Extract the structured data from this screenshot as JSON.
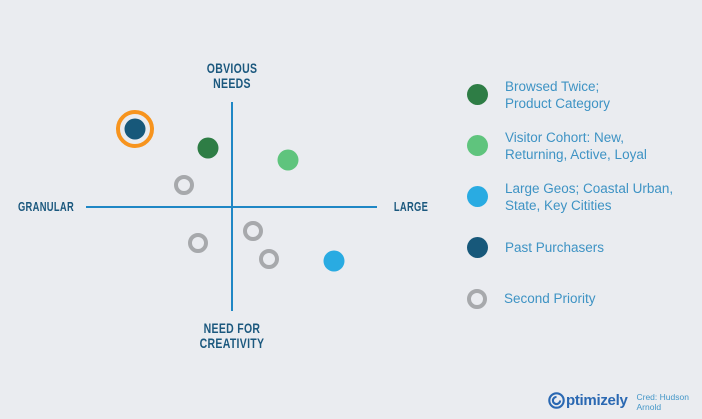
{
  "colors": {
    "background": "#EAECF0",
    "axis": "#1F87C5",
    "axis_label": "#1B587E",
    "legend_text": "#3E93C4",
    "dark_green": "#2E7D45",
    "light_green": "#5FC47D",
    "light_blue": "#29ABE2",
    "navy": "#17587A",
    "gray": "#A7A9AC",
    "highlight_orange": "#F7941E",
    "logo_blue": "#2A68B2",
    "credit_blue": "#4597C8"
  },
  "chart_data": {
    "type": "scatter",
    "title": "",
    "quadrant_labels": {
      "top": "OBVIOUS\nNEEDS",
      "bottom": "NEED FOR\nCREATIVITY",
      "left": "GRANULAR",
      "right": "LARGE"
    },
    "axes": {
      "x_axis": {
        "from": 86,
        "to": 377,
        "y": 207
      },
      "y_axis": {
        "from": 102,
        "to": 311,
        "x": 232
      }
    },
    "series_styles": {
      "browsed-twice": {
        "type": "filled",
        "color_key": "dark_green"
      },
      "visitor-cohort": {
        "type": "filled",
        "color_key": "light_green"
      },
      "large-geos": {
        "type": "filled",
        "color_key": "light_blue"
      },
      "past-purchasers": {
        "type": "filled",
        "color_key": "navy"
      },
      "second-priority": {
        "type": "ring",
        "color_key": "gray"
      }
    },
    "points": [
      {
        "series": "past-purchasers",
        "x": 135,
        "y": 129,
        "highlighted": true
      },
      {
        "series": "browsed-twice",
        "x": 208,
        "y": 148
      },
      {
        "series": "visitor-cohort",
        "x": 288,
        "y": 160
      },
      {
        "series": "second-priority",
        "x": 184,
        "y": 185
      },
      {
        "series": "second-priority",
        "x": 253,
        "y": 231
      },
      {
        "series": "second-priority",
        "x": 198,
        "y": 243
      },
      {
        "series": "second-priority",
        "x": 269,
        "y": 259
      },
      {
        "series": "large-geos",
        "x": 334,
        "y": 261
      }
    ],
    "legend_position": "right"
  },
  "legend": {
    "items": [
      {
        "series": "browsed-twice",
        "label": "Browsed Twice;\nProduct Category"
      },
      {
        "series": "visitor-cohort",
        "label": "Visitor Cohort: New,\nReturning, Active, Loyal"
      },
      {
        "series": "large-geos",
        "label": "Large Geos; Coastal Urban,\nState, Key Citities"
      },
      {
        "series": "past-purchasers",
        "label": "Past Purchasers"
      },
      {
        "series": "second-priority",
        "label": "Second Priority"
      }
    ]
  },
  "footer": {
    "brand": "Optimizely",
    "credit": "Cred: Hudson Arnold"
  }
}
